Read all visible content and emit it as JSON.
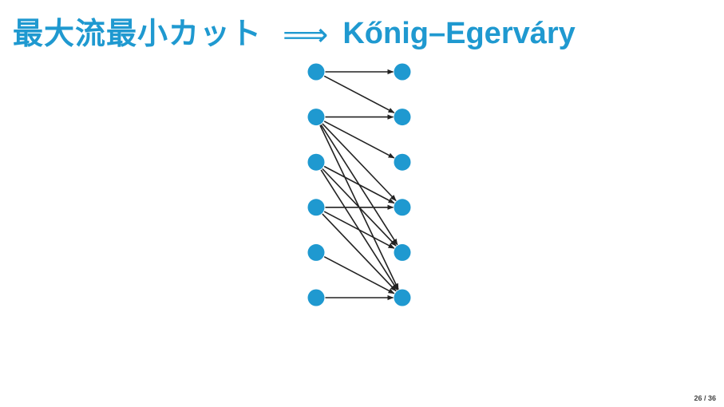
{
  "title": {
    "left": "最大流最小カット",
    "arrow": "⟹",
    "right": "Kőnig–Egerváry"
  },
  "graph": {
    "node_color": "#1f99d0",
    "edge_color": "#222222",
    "left_nodes": [
      "l1",
      "l2",
      "l3",
      "l4",
      "l5",
      "l6"
    ],
    "right_nodes": [
      "r1",
      "r2",
      "r3",
      "r4",
      "r5",
      "r6"
    ],
    "edges": [
      [
        "l1",
        "r1"
      ],
      [
        "l1",
        "r2"
      ],
      [
        "l2",
        "r2"
      ],
      [
        "l2",
        "r3"
      ],
      [
        "l2",
        "r4"
      ],
      [
        "l2",
        "r5"
      ],
      [
        "l2",
        "r6"
      ],
      [
        "l3",
        "r4"
      ],
      [
        "l3",
        "r5"
      ],
      [
        "l3",
        "r6"
      ],
      [
        "l4",
        "r4"
      ],
      [
        "l4",
        "r5"
      ],
      [
        "l4",
        "r6"
      ],
      [
        "l5",
        "r6"
      ],
      [
        "l6",
        "r6"
      ]
    ]
  },
  "footer": {
    "page": "26 / 36"
  }
}
